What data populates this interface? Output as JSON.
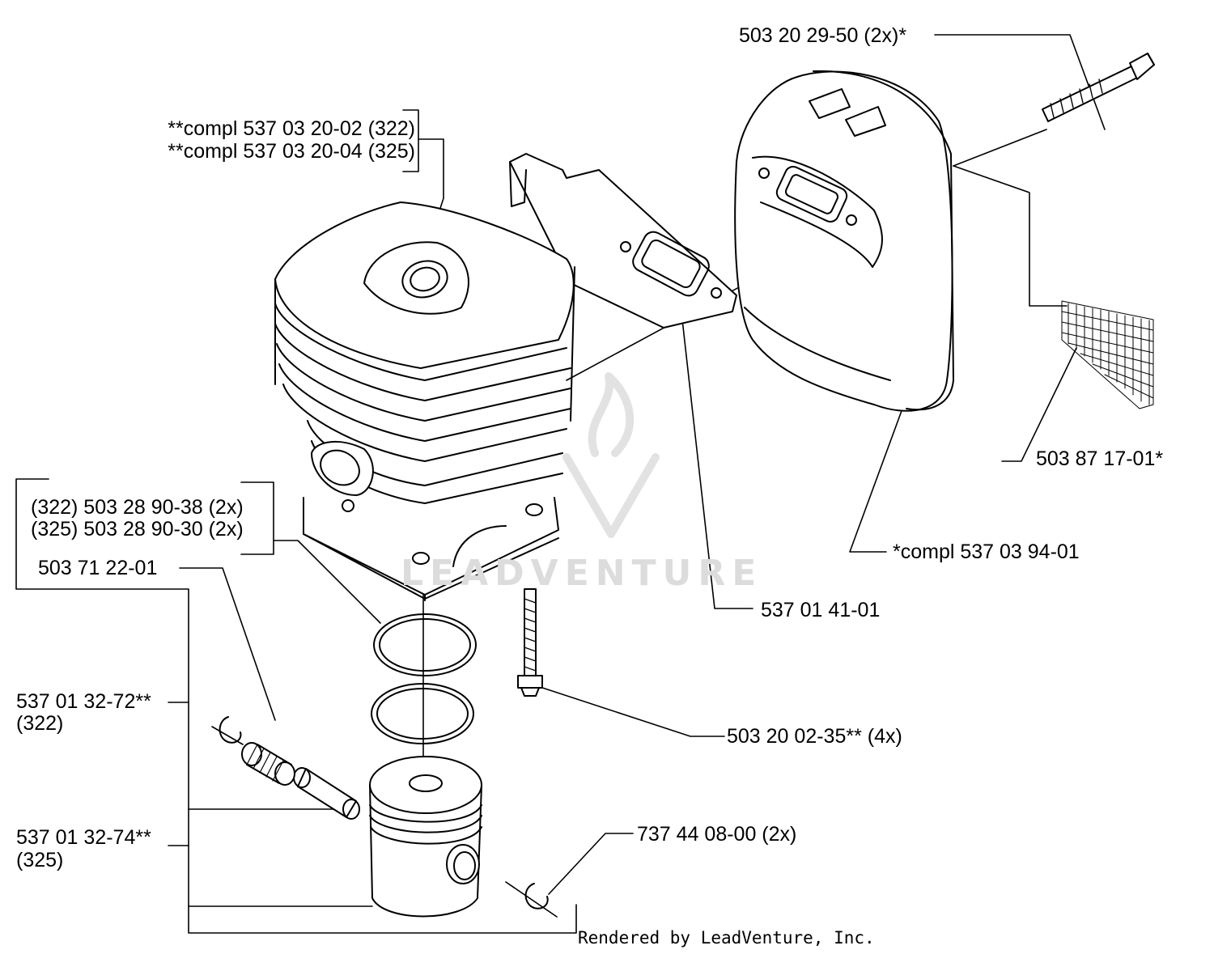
{
  "labels": {
    "bolt_top": "503 20 29-50 (2x)*",
    "cyl_322": "**compl 537 03 20-02 (322)",
    "cyl_325": "**compl 537 03 20-04 (325)",
    "screen": "503 87 17-01*",
    "muffler": "*compl 537 03 94-01",
    "ring_322": "(322) 503 28 90-38 (2x)",
    "ring_325": "(325) 503 28 90-30 (2x)",
    "bearing": "503 71 22-01",
    "gasket": "537 01 41-01",
    "screw": "503 20 02-35** (4x)",
    "piston_322_code": "537 01 32-72**",
    "piston_322_model": "(322)",
    "piston_325_code": "537 01 32-74**",
    "piston_325_model": "(325)",
    "circlip": "737 44 08-00 (2x)"
  },
  "footer": "Rendered by LeadVenture, Inc.",
  "watermark": "LEADVENTURE",
  "colors": {
    "ink": "#000000",
    "watermark": "#dcdcdc"
  }
}
